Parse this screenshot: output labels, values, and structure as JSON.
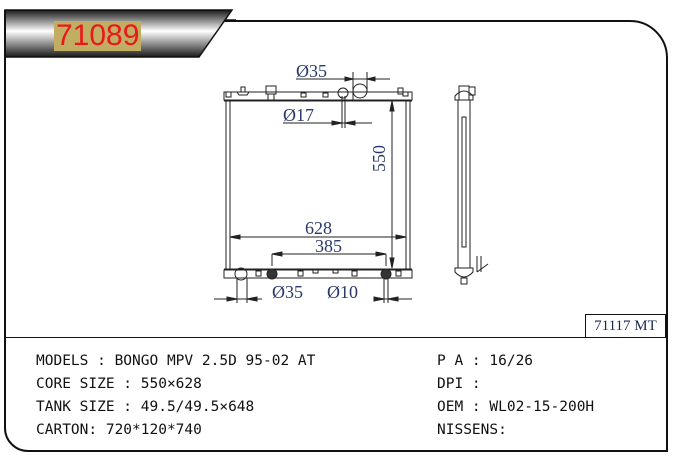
{
  "header": {
    "part_number": "71089",
    "part_number_color": "#e8181c",
    "part_number_bg": "#c2ae62"
  },
  "drawing": {
    "dimensions": {
      "top_outlet_dia": "Ø35",
      "top_small_dia": "Ø17",
      "height": "550",
      "width": "628",
      "inner_width": "385",
      "bottom_outlet_dia": "Ø35",
      "bottom_small_dia": "Ø10"
    }
  },
  "reference": {
    "code": "71117  MT"
  },
  "specs_left": [
    {
      "label": "MODELS : ",
      "value": "BONGO MPV 2.5D 95-02 AT"
    },
    {
      "label": "CORE SIZE : ",
      "value": "550×628"
    },
    {
      "label": "TANK SIZE : ",
      "value": "49.5/49.5×648"
    },
    {
      "label": "CARTON: ",
      "value": "720*120*740"
    }
  ],
  "specs_right": [
    {
      "label": "P A : ",
      "value": "16/26"
    },
    {
      "label": "DPI : ",
      "value": ""
    },
    {
      "label": "OEM : ",
      "value": "WL02-15-200H"
    },
    {
      "label": "NISSENS:",
      "value": ""
    }
  ]
}
